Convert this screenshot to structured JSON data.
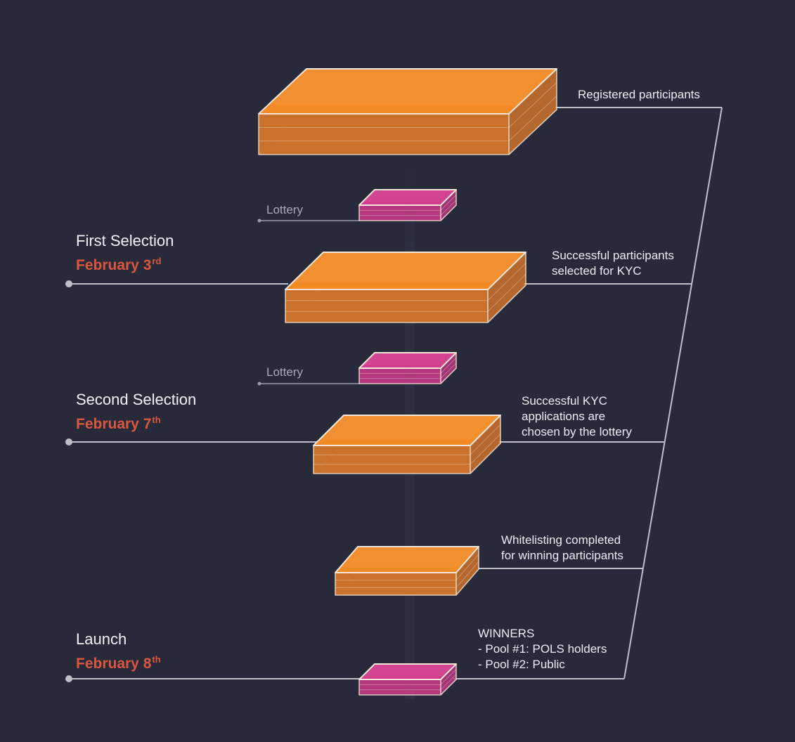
{
  "colors": {
    "background": "#282a3a",
    "orange_top": "#f28a26",
    "orange_side": "#d8782a",
    "magenta_top": "#d23c8c",
    "magenta_side": "#c13a85",
    "edge": "#f3e6d8",
    "line": "#bfbfc8",
    "date_accent": "#d9573f"
  },
  "stages": [
    {
      "title": "First Selection",
      "date_month": "February 3",
      "date_suffix": "rd"
    },
    {
      "title": "Second Selection",
      "date_month": "February 7",
      "date_suffix": "th"
    },
    {
      "title": "Launch",
      "date_month": "February 8",
      "date_suffix": "th"
    }
  ],
  "lotteries": [
    "Lottery",
    "Lottery"
  ],
  "right_labels": {
    "registered": "Registered participants",
    "kyc": [
      "Successful participants",
      "selected for KYC"
    ],
    "chosen": [
      "Successful KYC",
      "applications are",
      "chosen by the lottery"
    ],
    "whitelist": [
      "Whitelisting completed",
      "for winning participants"
    ],
    "winners": [
      "WINNERS",
      "- Pool #1: POLS holders",
      "- Pool #2: Public"
    ]
  }
}
